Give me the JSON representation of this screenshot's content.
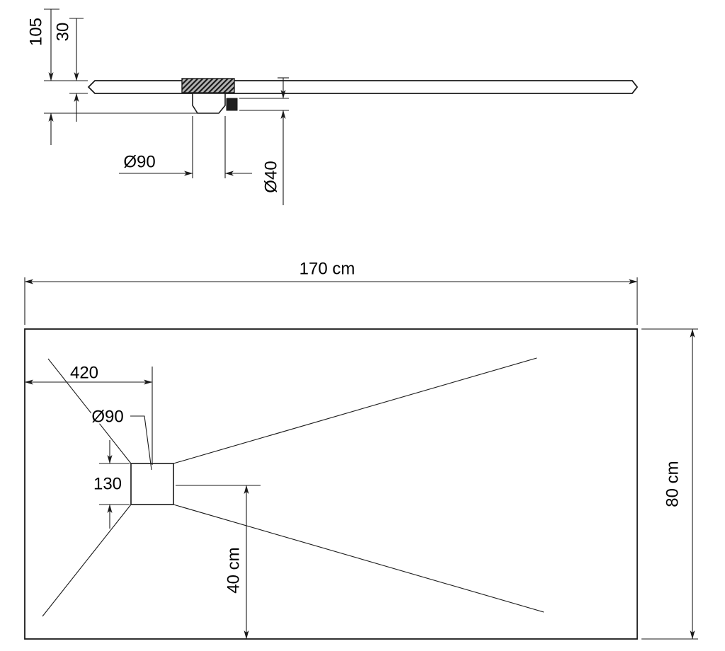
{
  "side_view": {
    "overall_height_label": "105",
    "tray_thickness_label": "30",
    "trap_flange_diameter_label": "Ø90",
    "outlet_pipe_diameter_label": "Ø40"
  },
  "plan_view": {
    "overall_length_label": "170 cm",
    "overall_width_label": "80 cm",
    "drain_offset_from_left_label": "420",
    "drain_diameter_label": "Ø90",
    "drain_grate_size_label": "130",
    "drain_offset_from_bottom_label": "40 cm"
  },
  "colors": {
    "line": "#1a1a1a",
    "background": "#ffffff",
    "hatch_base": "#b5b5b5",
    "hatch_dark": "#1a1a1a"
  }
}
